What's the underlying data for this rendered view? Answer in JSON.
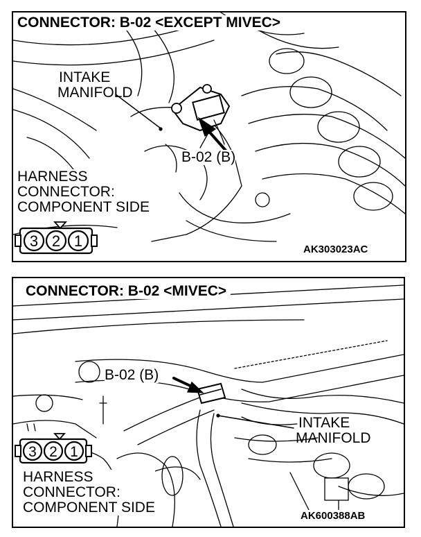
{
  "panels": [
    {
      "title": "CONNECTOR: B-02 <EXCEPT MIVEC>",
      "intake_manifold": [
        "INTAKE",
        "MANIFOLD"
      ],
      "connector_label": "B-02 (B)",
      "harness_label": [
        "HARNESS",
        "CONNECTOR:",
        "COMPONENT SIDE"
      ],
      "pins": [
        "3",
        "2",
        "1"
      ],
      "code": "AK303023AC"
    },
    {
      "title": "CONNECTOR: B-02 <MIVEC>",
      "intake_manifold": [
        "INTAKE",
        "MANIFOLD"
      ],
      "connector_label": "B-02 (B)",
      "harness_label": [
        "HARNESS",
        "CONNECTOR:",
        "COMPONENT SIDE"
      ],
      "pins": [
        "3",
        "2",
        "1"
      ],
      "code": "AK600388AB"
    }
  ]
}
